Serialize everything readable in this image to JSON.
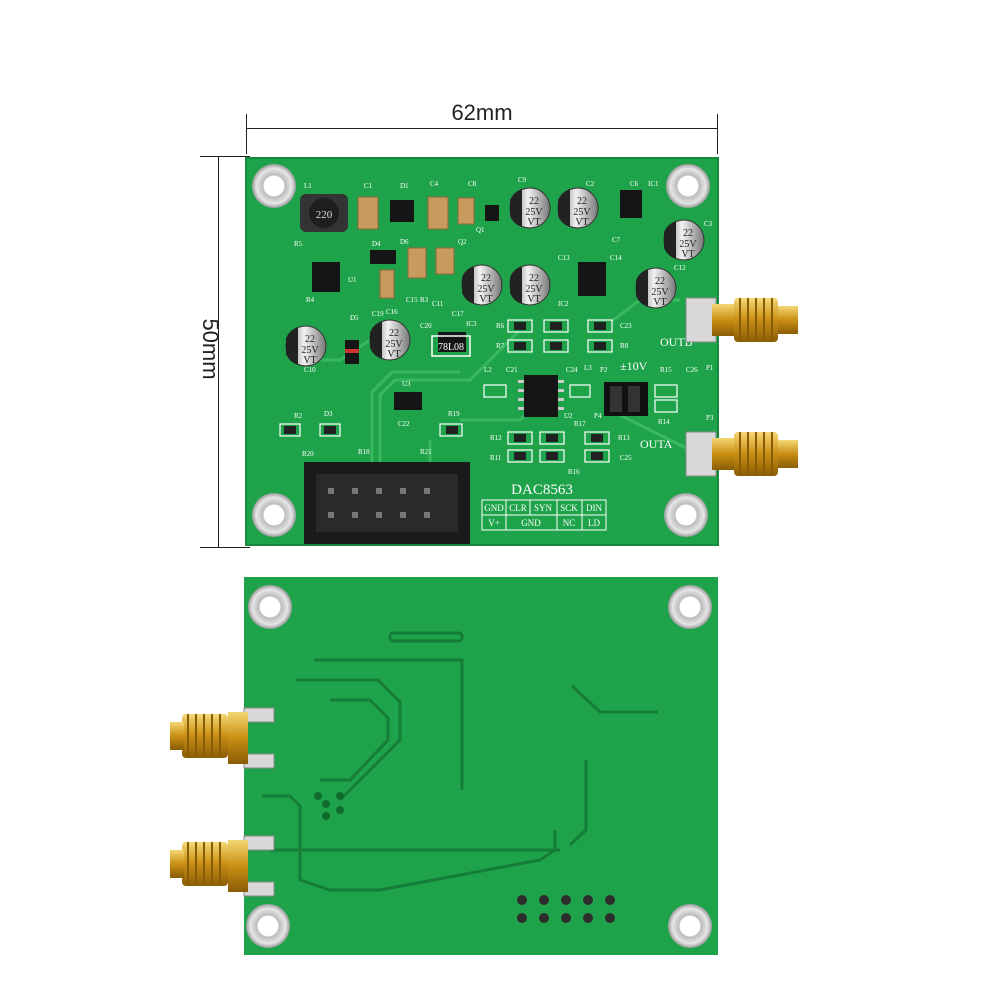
{
  "dimensions": {
    "width_label": "62mm",
    "height_label": "50mm"
  },
  "board_top": {
    "model_label": "DAC8563",
    "outputs": {
      "out_b": "OUTB",
      "out_a": "OUTA",
      "range": "±10V"
    },
    "pin_table": {
      "row1": [
        "GND",
        "CLR",
        "SYN",
        "SCK",
        "DIN"
      ],
      "row2": [
        "V+",
        "GND",
        "NC",
        "LD"
      ]
    },
    "capacitor_text": {
      "line1": "22",
      "line2": "25V",
      "line3": "VT"
    },
    "inductor_text": "220",
    "regulator_text": "78L08",
    "refdes": [
      "L1",
      "C1",
      "D1",
      "C4",
      "C8",
      "C9",
      "C2",
      "C6",
      "IC1",
      "C3",
      "R5",
      "D4",
      "D6",
      "Q2",
      "Q1",
      "C13",
      "C14",
      "C7",
      "C12",
      "U1",
      "R4",
      "C15",
      "R3",
      "C11",
      "IC2",
      "C17",
      "IC3",
      "D5",
      "C19",
      "C16",
      "C20",
      "R6",
      "R7",
      "C23",
      "R8",
      "C10",
      "U3",
      "L2",
      "C21",
      "C24",
      "L3",
      "R15",
      "C26",
      "P1",
      "P2",
      "P3",
      "P4",
      "R2",
      "D3",
      "R19",
      "C22",
      "R12",
      "U2",
      "R17",
      "R13",
      "R14",
      "R20",
      "R18",
      "R21",
      "R11",
      "R16",
      "C25"
    ]
  },
  "colors": {
    "pcb": "#1fa34a",
    "gold": "#d9a520",
    "silkscreen": "#ffffff"
  }
}
